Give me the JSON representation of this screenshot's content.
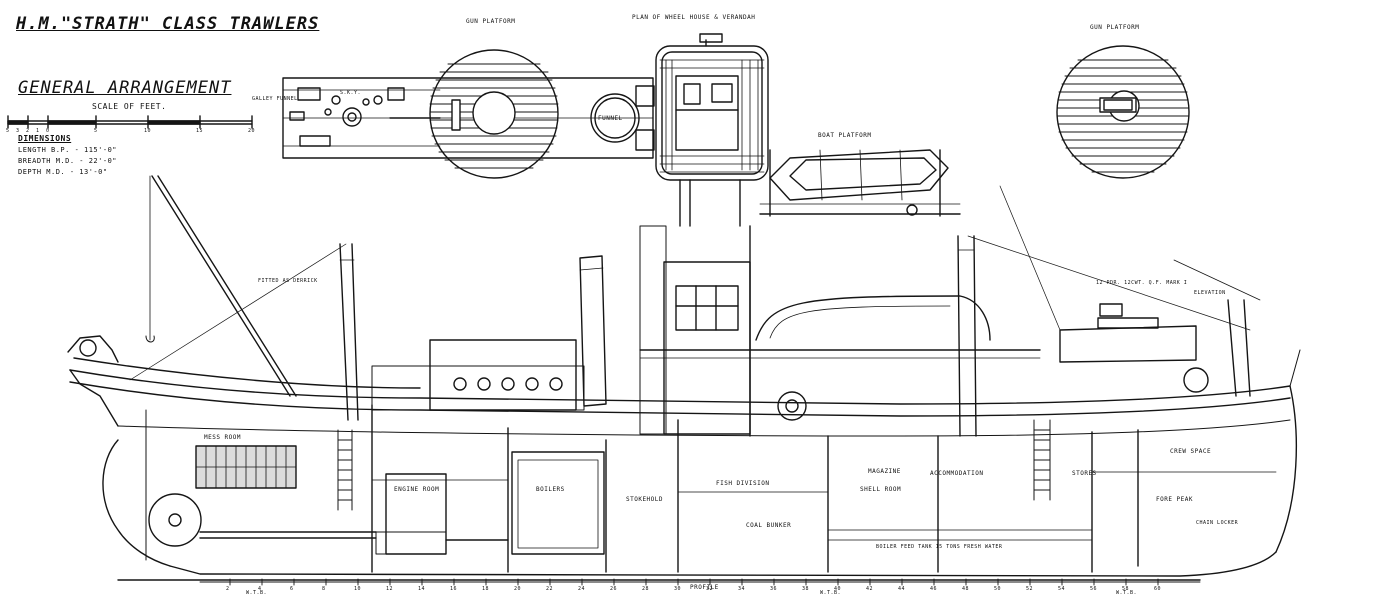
{
  "header": {
    "title": "H.M.\"STRATH\" CLASS TRAWLERS",
    "subtitle": "GENERAL ARRANGEMENT",
    "scale_label": "SCALE OF FEET.",
    "scale_ticks": [
      "5",
      "3",
      "2",
      "1",
      "0",
      "5",
      "10",
      "15",
      "20"
    ]
  },
  "dimensions": {
    "heading": "DIMENSIONS",
    "rows": [
      "LENGTH B.P. - 115'-0\"",
      "BREADTH M.D. - 22'-0\"",
      "DEPTH M.D. - 13'-0\""
    ]
  },
  "plan_labels": {
    "gun_platform_left": "GUN PLATFORM",
    "wheelhouse_plan": "PLAN OF WHEEL HOUSE & VERANDAH",
    "gun_platform_right": "GUN PLATFORM",
    "boat_platform": "BOAT PLATFORM",
    "funnel": "FUNNEL",
    "galley_funnel": "GALLEY FUNNEL",
    "sky": "S.K.Y."
  },
  "profile_labels": {
    "fitted_derrick": "FITTED AS DERRICK",
    "mess_room": "MESS ROOM",
    "engine_room": "ENGINE ROOM",
    "boilers": "BOILERS",
    "stokehold": "STOKEHOLD",
    "fish_division": "FISH DIVISION",
    "coal_bunker": "COAL BUNKER",
    "magazine": "MAGAZINE",
    "shell_room": "SHELL ROOM",
    "accommodation": "ACCOMMODATION",
    "stores": "STORES",
    "crew_space": "CREW SPACE",
    "fore_peak": "FORE PEAK",
    "chain_locker": "CHAIN LOCKER",
    "water_tank": "BOILER FEED TANK 15 TONS FRESH WATER",
    "gun": "12 PDR. 12CWT. Q.F. MARK I",
    "elevation": "ELEVATION",
    "profile": "PROFILE",
    "wtb": "W.T.B."
  },
  "frame_numbers": [
    "2",
    "4",
    "6",
    "8",
    "10",
    "12",
    "14",
    "16",
    "18",
    "20",
    "22",
    "24",
    "26",
    "28",
    "30",
    "32",
    "34",
    "36",
    "38",
    "40",
    "42",
    "44",
    "46",
    "48",
    "50",
    "52",
    "54",
    "56",
    "58",
    "60"
  ]
}
